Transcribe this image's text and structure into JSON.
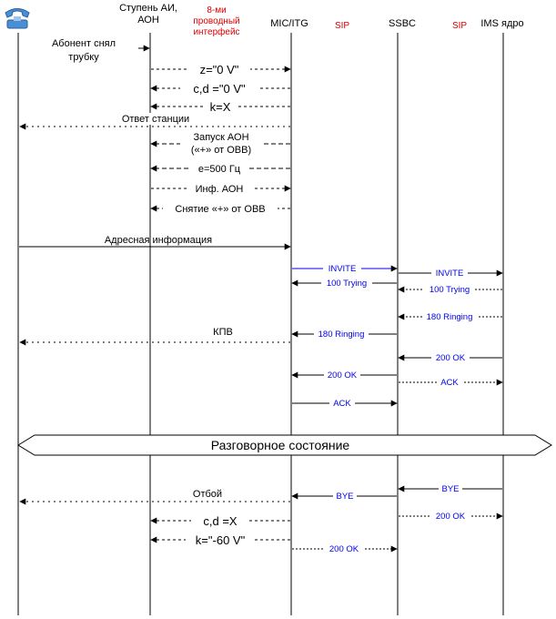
{
  "colors": {
    "black": "#000000",
    "blue": "#0000ee",
    "red": "#dd0000",
    "phone": "#4a8fd6"
  },
  "participants": {
    "phone_icon": "telephone-icon",
    "stage": [
      "Ступень АИ,",
      "АОН"
    ],
    "mic": "MIC/ITG",
    "ssbc": "SSBC",
    "ims": "IMS ядро"
  },
  "protocols": {
    "eight_wire": [
      "8-ми",
      "проводный",
      "интерфейс"
    ],
    "sip_1": "SIP",
    "sip_2": "SIP"
  },
  "messages": {
    "off_hook": [
      "Абонент снял",
      "трубку"
    ],
    "z0v": "z=\"0 V\"",
    "cd0v": "c,d =\"0 V\"",
    "kx1": "k=X",
    "station_answer": "Ответ станции",
    "aon_start": [
      "Запуск АОН",
      "(«+» от ОВВ)"
    ],
    "e500": "е=500 Гц",
    "aon_info": "Инф. АОН",
    "plus_removal": "Снятие «+» от ОВВ",
    "address_info": "Адресная информация",
    "invite_1": "INVITE",
    "invite_2": "INVITE",
    "trying_1": "100 Trying",
    "trying_2": "100 Trying",
    "ringing_1": "180 Ringing",
    "ringing_2": "180 Ringing",
    "kpv": "КПВ",
    "ok_1": "200 OK",
    "ok_2": "200 OK",
    "ack_1": "ACK",
    "ack_2": "ACK",
    "conversation": "Разговорное состояние",
    "bye_1": "BYE",
    "bye_2": "BYE",
    "hangup": "Отбой",
    "ok_3": "200 OK",
    "cdx": "c,d =X",
    "k60v": "k=\"-60 V\"",
    "ok_4": "200 OK"
  }
}
